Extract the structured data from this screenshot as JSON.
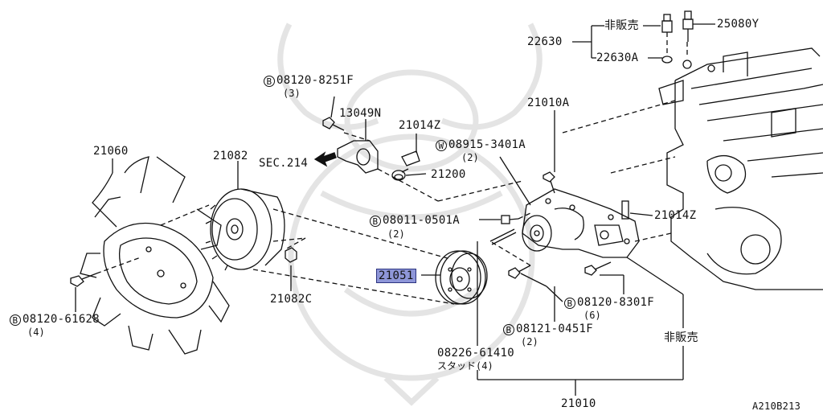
{
  "watermark": {
    "color": "#e4e4e4"
  },
  "highlight_color": "#8e96d8",
  "labels": {
    "p22630": "22630",
    "p22630_nonsale": "非販売",
    "p25080Y": "25080Y",
    "p22630A": "22630A",
    "bolt_8251F_mark": "B",
    "bolt_8251F": "08120-8251F",
    "bolt_8251F_qty": "(3)",
    "p13049N": "13049N",
    "sec214": "SEC.214",
    "p21014Z_top": "21014Z",
    "washer_3401A_mark": "W",
    "washer_3401A": "08915-3401A",
    "washer_3401A_qty": "(2)",
    "p21010A": "21010A",
    "p21060": "21060",
    "p21082": "21082",
    "p21200": "21200",
    "bolt_0501A_mark": "B",
    "bolt_0501A": "08011-0501A",
    "bolt_0501A_qty": "(2)",
    "p21014Z_right": "21014Z",
    "p21051": "21051",
    "p21082C": "21082C",
    "bolt_61628_mark": "B",
    "bolt_61628": "08120-61628",
    "bolt_61628_qty": "(4)",
    "bolt_8301F_mark": "B",
    "bolt_8301F": "08120-8301F",
    "bolt_8301F_qty": "(6)",
    "bolt_0451F_mark": "B",
    "bolt_0451F": "08121-0451F",
    "bolt_0451F_qty": "(2)",
    "nonsale_right": "非販売",
    "stud": "08226-61410",
    "stud_desc": "スタッド(4)",
    "p21010": "21010",
    "diagram_code": "A210B213"
  }
}
